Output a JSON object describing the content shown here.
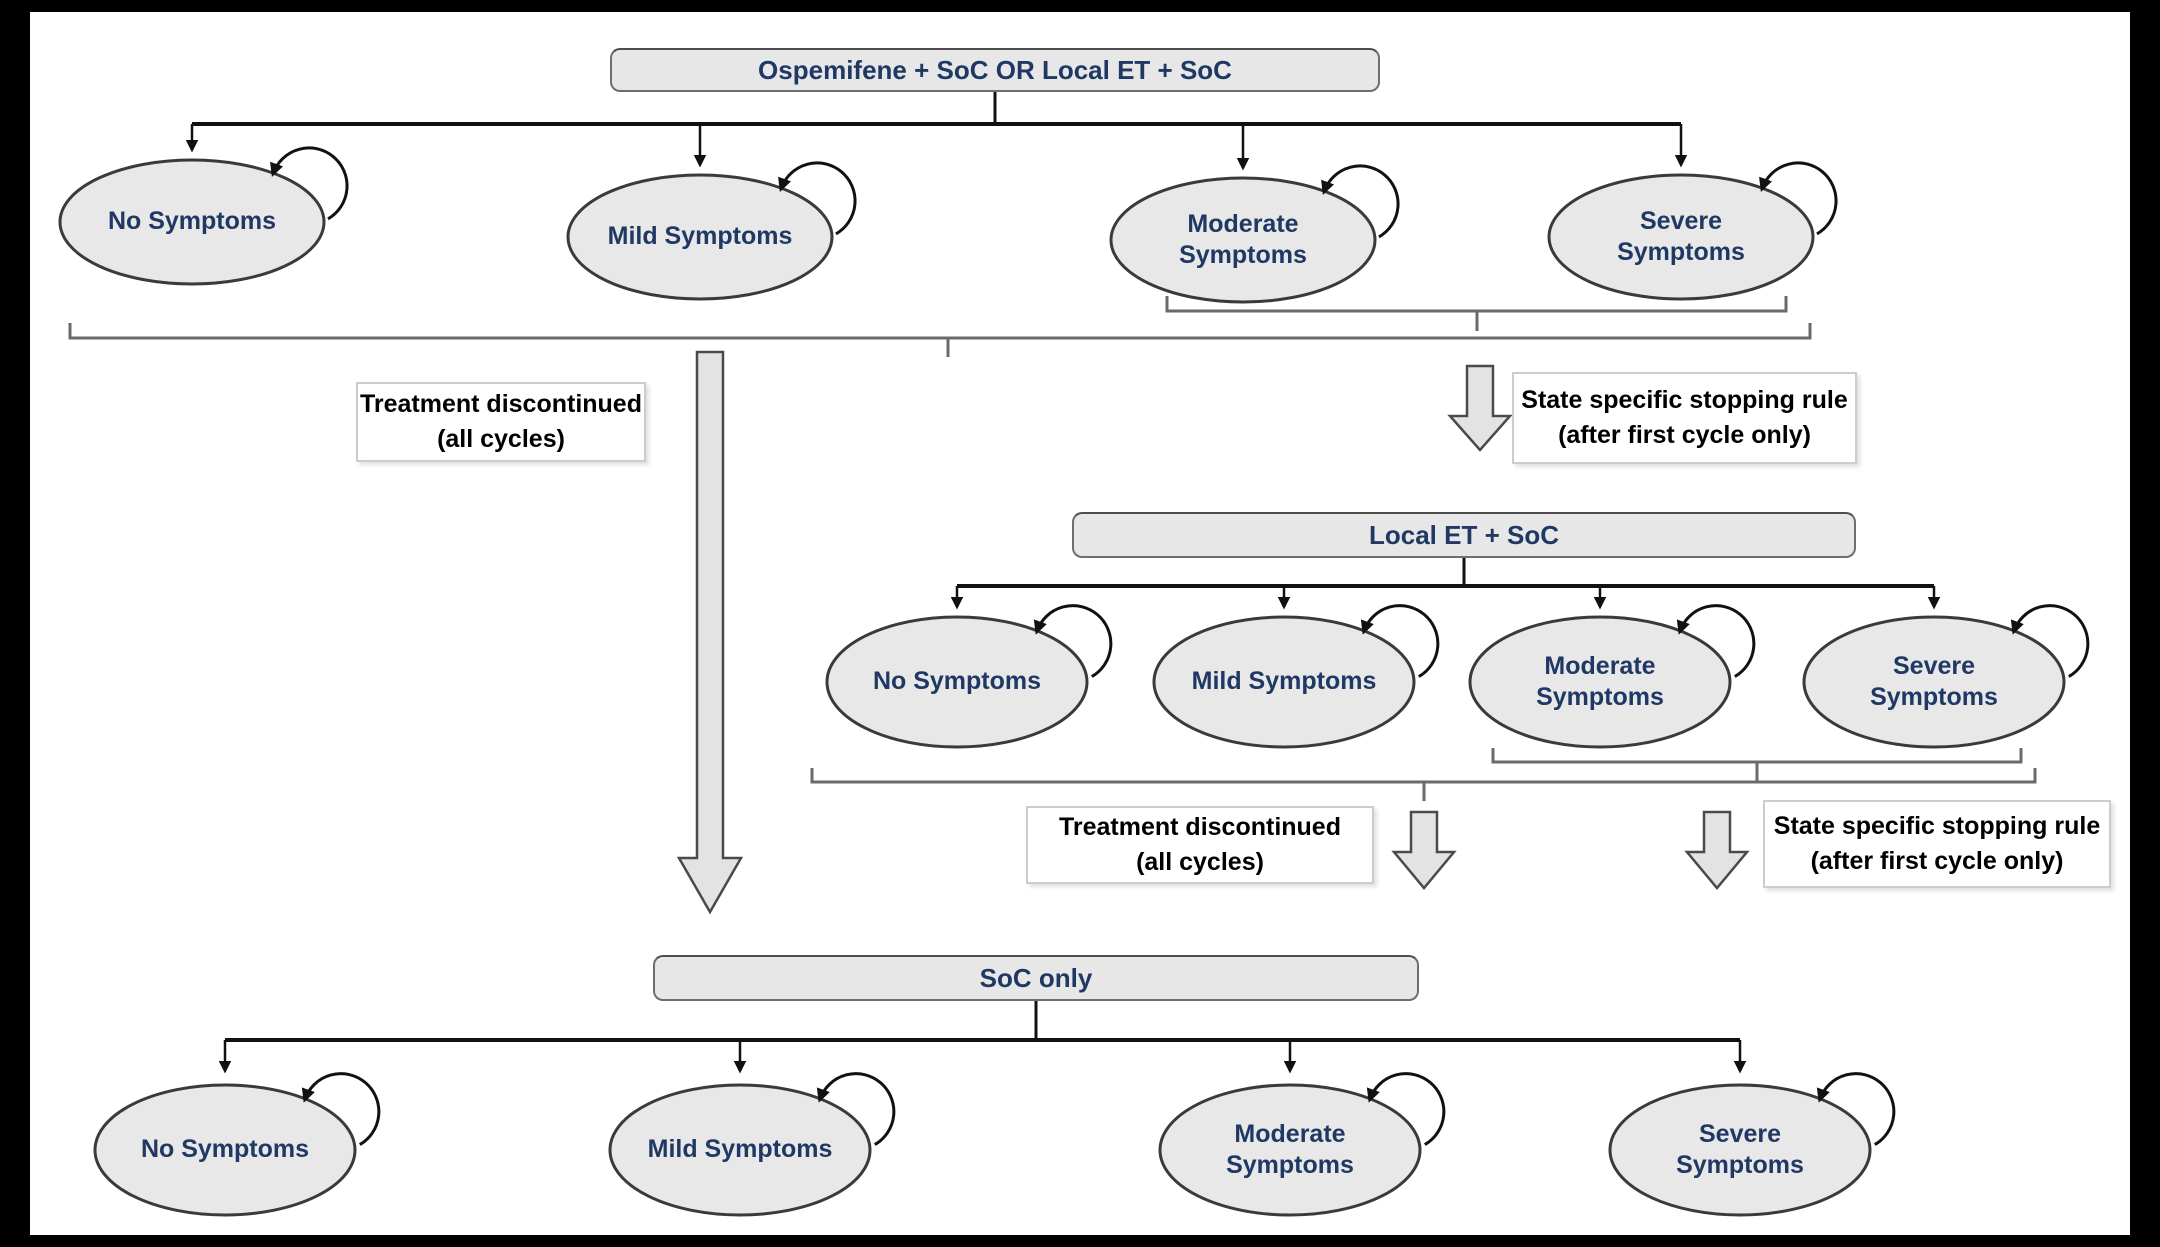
{
  "figure": {
    "levels": [
      {
        "treatment_label": "Ospemifene + SoC OR Local ET + SoC",
        "states": [
          "No Symptoms",
          "Mild Symptoms",
          "Moderate Symptoms",
          "Severe Symptoms"
        ]
      },
      {
        "treatment_label": "Local ET + SoC",
        "states": [
          "No Symptoms",
          "Mild Symptoms",
          "Moderate Symptoms",
          "Severe Symptoms"
        ]
      },
      {
        "treatment_label": "SoC only",
        "states": [
          "No Symptoms",
          "Mild Symptoms",
          "Moderate Symptoms",
          "Severe Symptoms"
        ]
      }
    ],
    "annotations": {
      "discontinued": {
        "line1": "Treatment discontinued",
        "line2": "(all cycles)"
      },
      "stopping_rule": {
        "line1": "State specific stopping rule",
        "line2": "(after first cycle only)"
      }
    },
    "colors": {
      "state_fill": "#E9E8E8",
      "state_border": "#3a3a3a",
      "treatment_fill": "#E8E7E7",
      "label_text": "#1F3864",
      "annotation_text": "#000000",
      "block_arrow_fill": "#E3E3E3",
      "bracket": "#6a6a6a"
    }
  }
}
